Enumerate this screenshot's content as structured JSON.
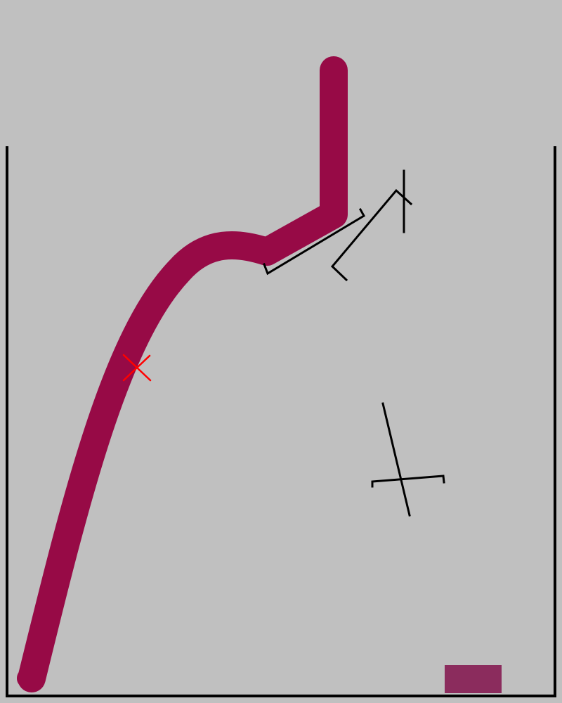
{
  "scene": {
    "background_color": "#c0c0c0",
    "container_color": "#000000",
    "path_color": "#970a46",
    "goal_color": "#8b2c5d",
    "marker_color": "#ff0000",
    "tool_color": "#000000"
  },
  "objects": {
    "path": "rope-path",
    "marker": "x-marker",
    "goal": "goal-target",
    "tools": [
      "hanging-bracket-tool",
      "pivot-hook-tool",
      "cross-stand-tool"
    ]
  }
}
